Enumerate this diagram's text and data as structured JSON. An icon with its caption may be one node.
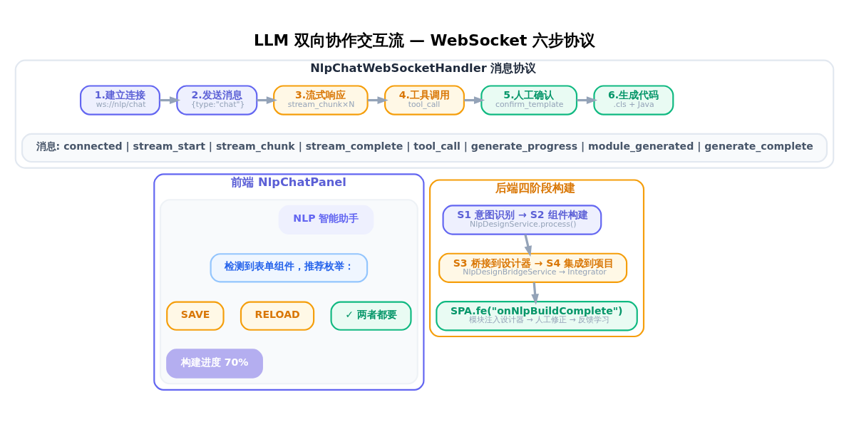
{
  "diagram": {
    "title": "LLM 双向协作交互流 — WebSocket 六步协议",
    "nodes": [
      {
        "text": [
          "NlpChatWebSocketHandler 消息协议"
        ]
      },
      {
        "text": [
          "1.建立连接",
          "ws://nlp/chat"
        ],
        "in": 0
      },
      {
        "text": [
          "2.发送消息",
          "{type:\"chat\"}"
        ],
        "in": 0
      },
      {
        "text": [
          "3.流式响应",
          "stream_chunk×N"
        ],
        "in": 0
      },
      {
        "text": [
          "4.工具调用",
          "tool_call"
        ],
        "in": 0
      },
      {
        "text": [
          "5.人工确认",
          "confirm_template"
        ],
        "in": 0
      },
      {
        "text": [
          "6.生成代码",
          ".cls + Java"
        ],
        "in": 0
      },
      {
        "text": [
          "消息: connected | stream_start | stream_chunk | stream_complete | tool_call | generate_progress | module_generated | generate_complete"
        ],
        "in": 0
      },
      {
        "text": [
          "前端 NlpChatPanel"
        ]
      },
      {
        "text": [],
        "shape": "box",
        "in": 8
      },
      {
        "text": [
          "NLP 智能助手"
        ],
        "in": 9
      },
      {
        "text": [
          "检测到表单组件，推荐枚举："
        ],
        "in": 9
      },
      {
        "text": [
          "SAVE"
        ],
        "in": 9
      },
      {
        "text": [
          "RELOAD"
        ],
        "in": 9
      },
      {
        "text": [
          "✓ 两者都要"
        ],
        "in": 9
      },
      {
        "text": [
          "构建进度 70%"
        ],
        "in": 9
      },
      {
        "text": [
          "后端四阶段构建"
        ]
      },
      {
        "text": [
          "S1 意图识别 → S2 组件构建",
          "NlpDesignService.process()"
        ],
        "in": 16
      },
      {
        "text": [
          "S3 桥接到设计器 → S4 集成到项目",
          "NlpDesignBridgeService → Integrator"
        ],
        "in": 16
      },
      {
        "text": [
          "SPA.fe(\"onNlpBuildComplete\")",
          "模块注入设计器 → 人工修正 → 反馈学习"
        ],
        "in": 16
      }
    ],
    "edges": [
      {
        "from": 1,
        "to": 2,
        "arrow": "to"
      },
      {
        "from": 2,
        "to": 3,
        "arrow": "to"
      },
      {
        "from": 3,
        "to": 4,
        "arrow": "to"
      },
      {
        "from": 4,
        "to": 5,
        "arrow": "to"
      },
      {
        "from": 5,
        "to": 6,
        "arrow": "to"
      },
      {
        "from": 17,
        "to": 18,
        "arrow": "to"
      },
      {
        "from": 18,
        "to": 19,
        "arrow": "to"
      }
    ]
  }
}
